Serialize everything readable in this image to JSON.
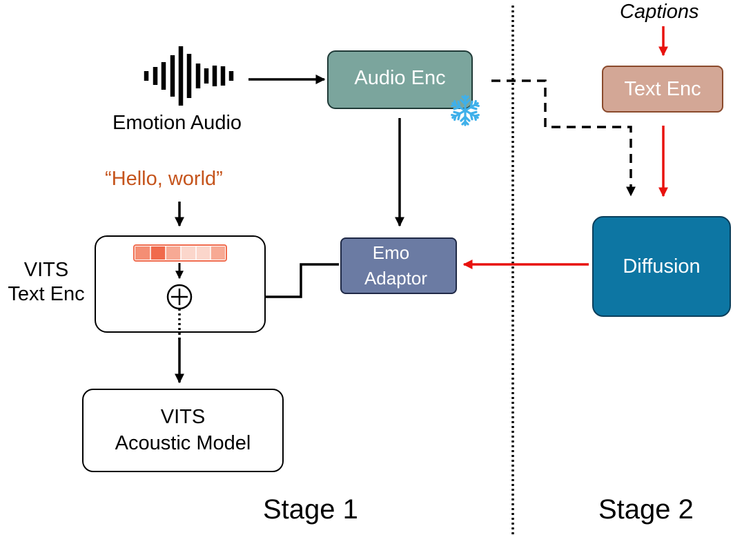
{
  "colors": {
    "audio_enc": "#7ba59d",
    "text_enc": "#d3a796",
    "diffusion": "#0d76a3",
    "emo_adaptor": "#6b7ba3",
    "hello_world": "#c5541c",
    "red_arrow": "#e8120e",
    "token_strip": [
      "#f48e74",
      "#f06a4c",
      "#f7a994",
      "#fbd6cb",
      "#fbd6cb",
      "#f7a994"
    ]
  },
  "labels": {
    "captions": "Captions",
    "emotion_audio": "Emotion Audio",
    "hello_world": "“Hello, world”",
    "vits_text_enc_line1": "VITS",
    "vits_text_enc_line2": "Text Enc",
    "stage1": "Stage 1",
    "stage2": "Stage 2"
  },
  "boxes": {
    "audio_enc": "Audio Enc",
    "text_enc": "Text Enc",
    "diffusion": "Diffusion",
    "emo_adaptor_line1": "Emo",
    "emo_adaptor_line2": "Adaptor",
    "vits_acoustic_line1": "VITS",
    "vits_acoustic_line2": "Acoustic Model"
  },
  "icons": {
    "waveform": "waveform-icon",
    "snowflake": "snowflake-icon",
    "plus": "circled-plus-icon"
  }
}
